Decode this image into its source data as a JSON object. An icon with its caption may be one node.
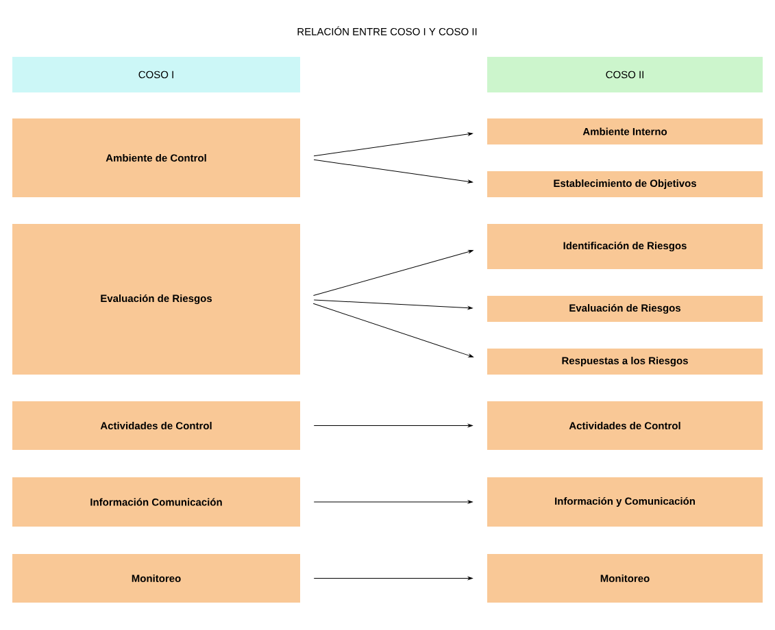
{
  "diagram": {
    "title": "RELACIÓN ENTRE COSO I Y COSO II",
    "nodes": [
      {
        "text": [
          "COSO I"
        ]
      },
      {
        "text": [
          "COSO II"
        ]
      },
      {
        "text": [
          "Ambiente de Control"
        ]
      },
      {
        "text": [
          "Evaluación de Riesgos"
        ]
      },
      {
        "text": [
          "Actividades de Control"
        ]
      },
      {
        "text": [
          "Información Comunicación"
        ]
      },
      {
        "text": [
          "Monitoreo"
        ]
      },
      {
        "text": [
          "Ambiente Interno"
        ]
      },
      {
        "text": [
          "Establecimiento de Objetivos"
        ]
      },
      {
        "text": [
          "Identificación de Riesgos"
        ]
      },
      {
        "text": [
          "Evaluación de Riesgos"
        ]
      },
      {
        "text": [
          "Respuestas  a los Riesgos"
        ]
      },
      {
        "text": [
          "Actividades de Control"
        ]
      },
      {
        "text": [
          "Información y Comunicación"
        ]
      },
      {
        "text": [
          "Monitoreo"
        ]
      }
    ],
    "edges": [
      {
        "from": 2,
        "to": 7,
        "arrow": "to"
      },
      {
        "from": 2,
        "to": 8,
        "arrow": "to"
      },
      {
        "from": 3,
        "to": 9,
        "arrow": "to"
      },
      {
        "from": 3,
        "to": 10,
        "arrow": "to"
      },
      {
        "from": 3,
        "to": 11,
        "arrow": "to"
      },
      {
        "from": 4,
        "to": 12,
        "arrow": "to"
      },
      {
        "from": 5,
        "to": 13,
        "arrow": "to"
      },
      {
        "from": 6,
        "to": 14,
        "arrow": "to"
      }
    ]
  }
}
